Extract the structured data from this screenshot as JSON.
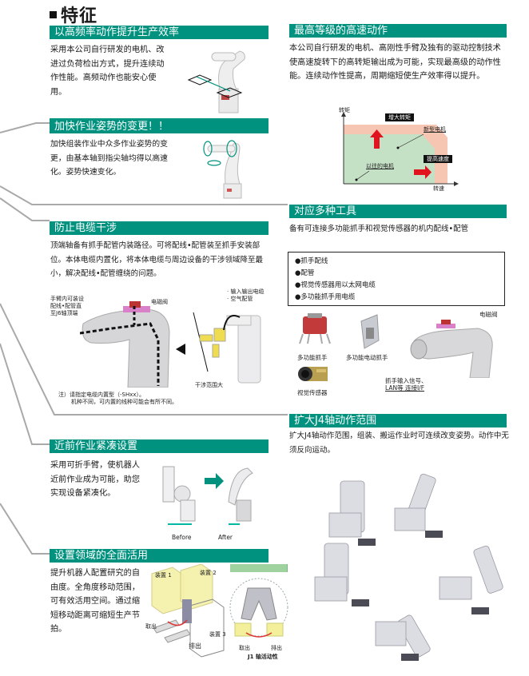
{
  "page_title": "特征",
  "colors": {
    "accent_teal": "#00927f",
    "connector_gray": "#a9a9a9",
    "chart_new_motor": "#f7c6b2",
    "chart_old_motor": "#c5e1c5",
    "arrow_red": "#e0131f"
  },
  "sections": {
    "high_freq": {
      "heading": "以高频率动作提升生产效率",
      "body": "采用本公司自行研发的电机、改进过负荷检出方式，提升连续动作性能。高频动作也能安心使用。"
    },
    "highest_speed": {
      "heading": "最高等级的高速动作",
      "body": "本公司自行研发的电机、高刚性手臂及独有的驱动控制技术使高速旋转下的高转矩输出成为可能，实现最高级的动作性能。连续动作性提高，周期缩短使生产效率得以提升。"
    },
    "posture_change": {
      "heading": "加快作业姿势的变更！！",
      "body": "加快组装作业中众多作业姿势的变更，由基本轴到指尖轴均得以高速化。姿势快速变化。"
    },
    "multi_tools": {
      "heading": "对应多种工具",
      "body": "备有可连接多功能抓手和视觉传感器的机内配线•配管",
      "list": [
        "●抓手配线",
        "●配管",
        "●视觉传感器用以太网电缆",
        "●多功能抓手用电缆"
      ],
      "captions": {
        "multi_gripper": "多功能抓手",
        "electric_gripper": "多功能电动抓手",
        "vision_sensor": "视觉传感器",
        "solenoid_valve": "电磁阀",
        "signal_io": "抓手输入信号、",
        "lan_io": "LAN等 连接I/F"
      }
    },
    "cable_interference": {
      "heading": "防止电缆干涉",
      "body": "顶端轴备有抓手配管内装路径。可将配线•配管装至抓手安装部位。本体电缆内置化，将本体电缆与周边设备的干涉领域降至最小，解决配线•配管缠绕的问题。",
      "callouts": {
        "arm_routing_1": "手臂内可装设",
        "arm_routing_2": "配线•配管直",
        "arm_routing_3": "至J6轴顶端",
        "solenoid_valve": "电磁阀",
        "io_cable": "· 输入输出电缆",
        "air_pipe": "· 空气配管",
        "large_range": "干涉范围大"
      },
      "note_1": "注）请指定电缆内置型（-SHxx）。",
      "note_2": "机种不同，可内置的线种可能会有所不同。"
    },
    "j4_range": {
      "heading": "扩大J4轴动作范围",
      "body": "扩大J4轴动作范围，组装、搬运作业时可连续改变姿势。动作中无须反向运动。"
    },
    "compact_setup": {
      "heading": "近前作业紧凑设置",
      "body": "采用可折手臂，使机器人近前作业成为可能，助您实现设备紧凑化。",
      "before_label": "Before",
      "after_label": "After"
    },
    "full_area": {
      "heading": "设置领域的全面活用",
      "body": "提升机器人配置研究的自由度。全角度移动范围，可有效活用空间。通过缩短移动距离可缩短生产节拍。",
      "labels": {
        "device1": "装置 1",
        "device2": "装置 2",
        "device3": "装置 3",
        "take_out": "取出",
        "discharge": "排出",
        "take_out_2": "取出",
        "discharge_2": "排出",
        "j1_caption": "J1 轴活动性"
      }
    }
  },
  "chart_data": {
    "type": "area",
    "title": "",
    "xlabel": "转速",
    "ylabel": "转矩",
    "series": [
      {
        "name": "新型电机",
        "color": "#f7c6b2"
      },
      {
        "name": "以往的电机",
        "color": "#c5e1c5"
      }
    ],
    "annotations": [
      "增大转矩",
      "提高速度",
      "新型电机",
      "以往的电机"
    ],
    "grid": false
  }
}
